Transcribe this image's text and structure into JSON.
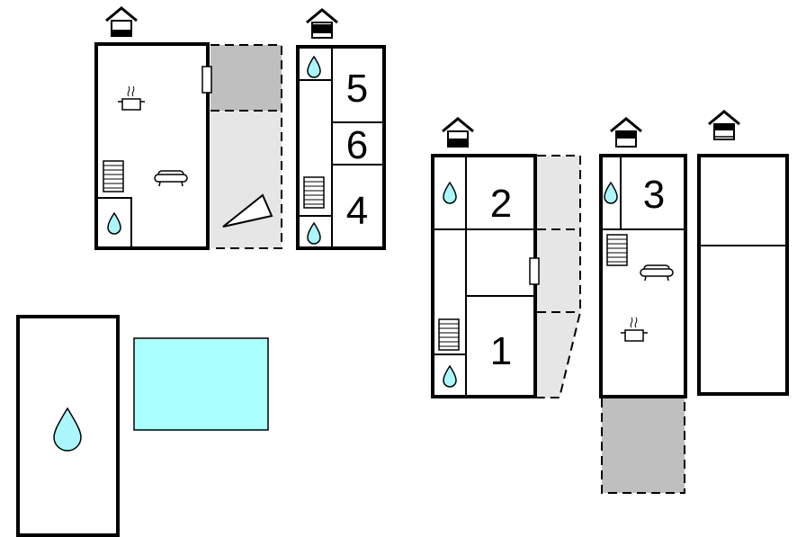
{
  "colors": {
    "water": "#aaf6fa",
    "pool": "#aaffff",
    "terrace_light": "#e6e6e6",
    "terrace_dark": "#bfbfbf",
    "wall": "#000000"
  },
  "icons": [
    "house-floor-icon",
    "water-drop-icon",
    "stairs-icon",
    "sofa-icon",
    "cooking-pot-icon",
    "door-icon",
    "pool-area"
  ],
  "rooms": {
    "b2_top": "5",
    "b2_mid": "6",
    "b2_bottom": "4",
    "b3_top": "2",
    "b3_bottom": "1",
    "b4_top": "3"
  }
}
